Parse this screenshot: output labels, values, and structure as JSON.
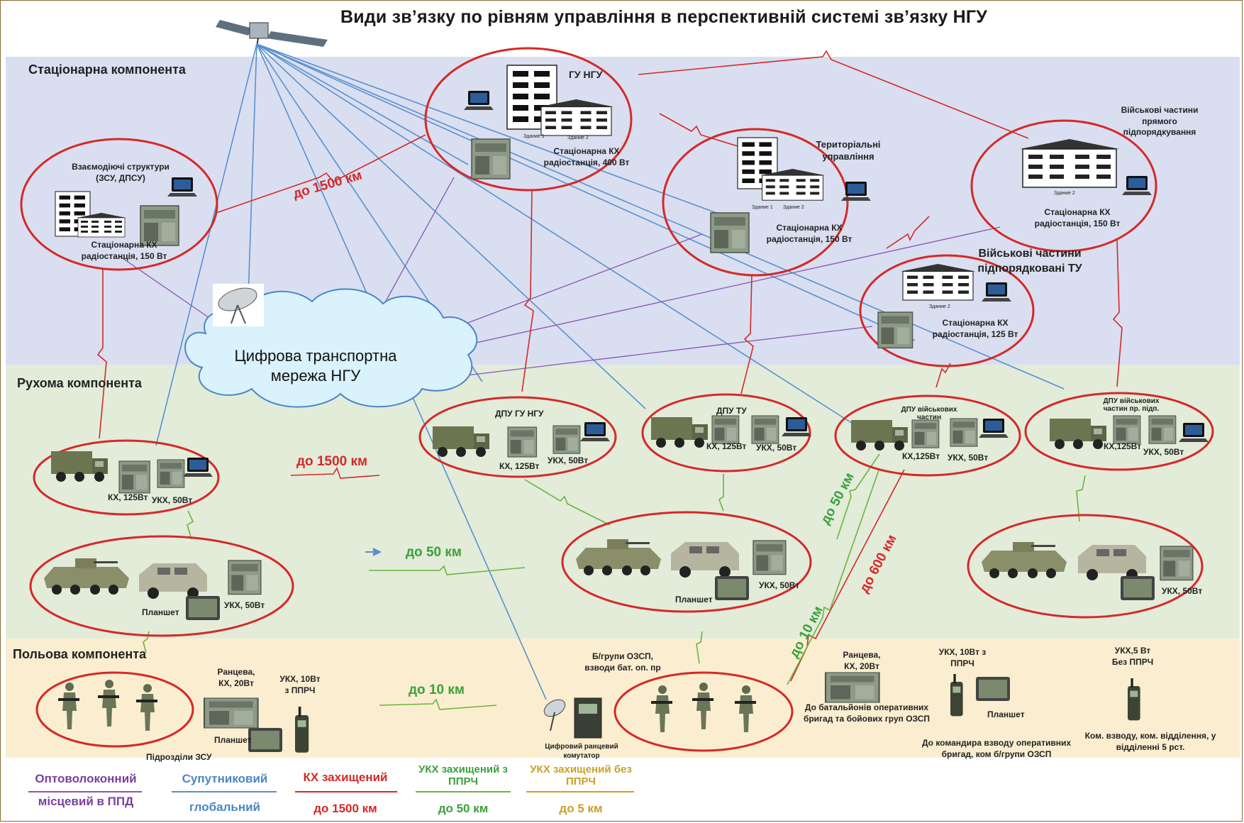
{
  "title": "Види зв’язку по рівням управління в перспективній системі зв’язку НГУ",
  "bands": {
    "stationary": "Стаціонарна компонента",
    "mobile": "Рухома компонента",
    "field": "Польова компонента"
  },
  "nodes": {
    "gu_ngu": {
      "title": "ГУ НГУ",
      "radio": "Стаціонарна КХ радіостанція, 400 Вт"
    },
    "interaction": {
      "title": "Взаємодіючі структури (ЗСУ, ДПСУ)",
      "radio": "Стаціонарна КХ радіостанція, 150 Вт"
    },
    "territorial": {
      "title": "Територіальні управління",
      "radio": "Стаціонарна КХ радіостанція, 150 Вт"
    },
    "direct_units": {
      "title": "Військові частини прямого підпорядкування",
      "radio": "Стаціонарна КХ радіостанція, 150 Вт"
    },
    "tu_units": {
      "title": "Військові частини підпорядковані ТУ",
      "radio": "Стаціонарна КХ радіостанція, 125 Вт"
    },
    "cloud": "Цифрова транспортна мережа НГУ",
    "building_caption_1": "Здание 1",
    "building_caption_2": "Здание 2",
    "dpu_ngu": {
      "title": "ДПУ ГУ НГУ",
      "kx": "КХ, 125Вт",
      "ukx": "УКХ, 50Вт"
    },
    "dpu_tu": {
      "title": "ДПУ ТУ",
      "kx": "КХ, 125Вт",
      "ukx": "УКХ, 50Вт"
    },
    "dpu_units": {
      "title": "ДПУ військових частин",
      "kx": "КХ,125Вт",
      "ukx": "УКХ, 50Вт"
    },
    "dpu_direct": {
      "title": "ДПУ військових частин пр. підп.",
      "kx": "КХ,125Вт",
      "ukx": "УКХ, 50Вт"
    },
    "left_mobile": {
      "kx": "КХ, 125Вт",
      "ukx": "УКХ, 50Вт"
    },
    "armor_left": {
      "tablet": "Планшет",
      "ukx": "УКХ, 50Вт"
    },
    "armor_center": {
      "tablet": "Планшет",
      "ukx": "УКХ, 50Вт"
    },
    "armor_right": {
      "ukx": "УКХ, 50Вт"
    },
    "field_left": {
      "caption": "Підрозділи ЗСУ",
      "backpack": "Ранцева, КХ, 20Вт",
      "ukx": "УКХ, 10Вт з ППРЧ",
      "tablet": "Планшет"
    },
    "field_center": {
      "caption": "Б/групи ОЗСП, взводи бат. оп. пр",
      "switch": "Цифровий ранцевий комутатор"
    },
    "field_right": {
      "backpack": "Ранцева, КХ, 20Вт",
      "backpack_note": "До батальйонів оперативних бригад та бойових груп ОЗСП",
      "ukx10": "УКХ, 10Вт з ППРЧ",
      "tablet": "Планшет",
      "ukx10_note": "До командира взводу оперативних бригад, ком б/групи ОЗСП",
      "ukx5": "УКХ,5 Вт Без ППРЧ",
      "ukx5_note": "Ком. взводу, ком. відділення, у відділенні 5 рст."
    }
  },
  "distances": {
    "top_1500": "до 1500 км",
    "mid_1500": "до 1500 км",
    "mid_50": "до 50 км",
    "diag_50": "до 50 км",
    "diag_600": "до 600 км",
    "field_10": "до 10 км",
    "diag_10": "до 10 км"
  },
  "legend": [
    {
      "top": "Оптоволоконний",
      "bottom": "місцевий в ППД",
      "color": "#7a3fa0"
    },
    {
      "top": "Супутниковий",
      "bottom": "глобальний",
      "color": "#4a86c8"
    },
    {
      "top": "КХ захищений",
      "bottom": "до 1500 км",
      "color": "#d62828"
    },
    {
      "top": "УКХ захищений з ППРЧ",
      "bottom": "до 50 км",
      "color": "#3aa13a"
    },
    {
      "top": "УКХ захищений без ППРЧ",
      "bottom": "до 5 км",
      "color": "#c9a227"
    }
  ],
  "colors": {
    "stationary_bg": "#d9dff0",
    "mobile_bg": "#e2ecd9",
    "field_bg": "#fbeed0",
    "ellipse": "#d62828",
    "satellite_line": "#5b8fd0",
    "fiber_line": "#8a55b5",
    "kx_line": "#d62828",
    "ukx_line": "#6cb33f",
    "ukx5_line": "#c9a227"
  }
}
